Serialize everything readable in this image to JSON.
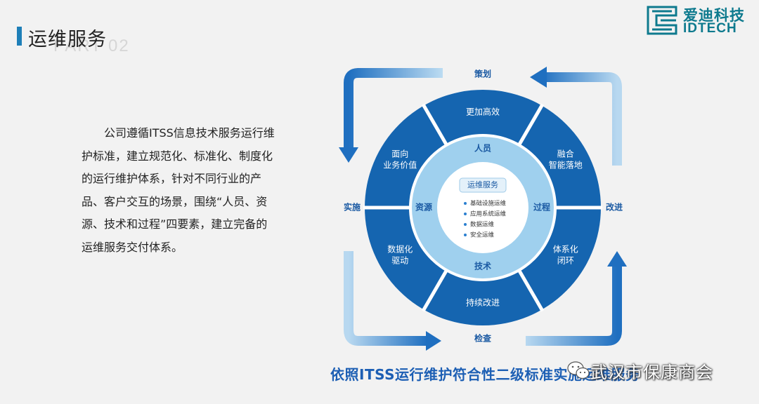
{
  "header": {
    "title": "运维服务",
    "part_label": "PART 02"
  },
  "logo": {
    "cn": "爱迪科技",
    "en": "IDTECH"
  },
  "body_text": "公司遵循ITSS信息技术服务运行维护标准，建立规范化、标准化、制度化的运行维护体系，针对不同行业的产品、客户交互的场景，围绕“人员、资源、技术和过程”四要素，建立完备的运维服务交付体系。",
  "diagram": {
    "outer_labels": {
      "top": "策划",
      "right": "改进",
      "bottom": "检查",
      "left": "实施"
    },
    "outer_segments": [
      {
        "id": "top",
        "lines": [
          "更加高效"
        ]
      },
      {
        "id": "top-right",
        "lines": [
          "融合",
          "智能落地"
        ]
      },
      {
        "id": "bottom-right",
        "lines": [
          "体系化",
          "闭环"
        ]
      },
      {
        "id": "bottom",
        "lines": [
          "持续改进"
        ]
      },
      {
        "id": "bottom-left",
        "lines": [
          "数据化",
          "驱动"
        ]
      },
      {
        "id": "top-left",
        "lines": [
          "面向",
          "业务价值"
        ]
      }
    ],
    "inner_labels": {
      "top": "人员",
      "right": "过程",
      "bottom": "技术",
      "left": "资源"
    },
    "center": {
      "title": "运维服务",
      "items": [
        "基础设施运维",
        "应用系统运维",
        "数据运维",
        "安全运维"
      ]
    },
    "colors": {
      "ring_dark": "#1565b0",
      "ring_light": "#9fd0ee",
      "arrow": "#4a90d2",
      "label": "#1b5aa3"
    }
  },
  "caption": "依照ITSS运行维护符合性二级标准实施运维服务",
  "watermark": "武汉市保康商会"
}
